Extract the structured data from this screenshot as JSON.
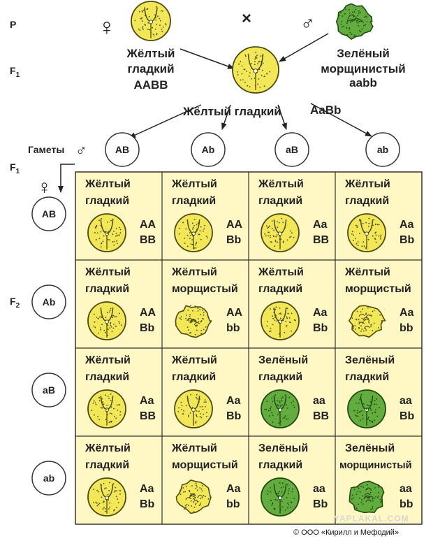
{
  "labels": {
    "p": "P",
    "f1_top": "F",
    "f1_top_sub": "1",
    "f1_grid": "F",
    "f1_grid_sub": "1",
    "f2": "F",
    "f2_sub": "2",
    "cross": "×",
    "female_symbol": "♀",
    "male_symbol": "♂",
    "gametes": "Гаметы",
    "f1_phenotype": "Жёлтый гладкий",
    "f1_genotype": "AaBb"
  },
  "parents": [
    {
      "line1": "Жёлтый",
      "line2": "гладкий",
      "genotype": "AABB",
      "color": "yellow",
      "shape": "smooth"
    },
    {
      "line1": "Зелёный",
      "line2": "морщинистый",
      "genotype": "aabb",
      "color": "green",
      "shape": "wrinkled"
    }
  ],
  "male_gametes": [
    "AB",
    "Ab",
    "aB",
    "ab"
  ],
  "female_gametes": [
    "AB",
    "Ab",
    "aB",
    "ab"
  ],
  "grid": [
    [
      {
        "line1": "Жёлтый",
        "line2": "гладкий",
        "g1": "AA",
        "g2": "BB",
        "color": "yellow",
        "shape": "smooth"
      },
      {
        "line1": "Жёлтый",
        "line2": "гладкий",
        "g1": "AA",
        "g2": "Bb",
        "color": "yellow",
        "shape": "smooth"
      },
      {
        "line1": "Жёлтый",
        "line2": "гладкий",
        "g1": "Aa",
        "g2": "BB",
        "color": "yellow",
        "shape": "smooth"
      },
      {
        "line1": "Жёлтый",
        "line2": "гладкий",
        "g1": "Aa",
        "g2": "Bb",
        "color": "yellow",
        "shape": "smooth"
      }
    ],
    [
      {
        "line1": "Жёлтый",
        "line2": "гладкий",
        "g1": "AA",
        "g2": "Bb",
        "color": "yellow",
        "shape": "smooth"
      },
      {
        "line1": "Жёлтый",
        "line2": "морщистый",
        "g1": "AA",
        "g2": "bb",
        "color": "yellow",
        "shape": "wrinkled"
      },
      {
        "line1": "Жёлтый",
        "line2": "гладкий",
        "g1": "Aa",
        "g2": "Bb",
        "color": "yellow",
        "shape": "smooth"
      },
      {
        "line1": "Жёлтый",
        "line2": "морщистый",
        "g1": "Aa",
        "g2": "bb",
        "color": "yellow",
        "shape": "wrinkled"
      }
    ],
    [
      {
        "line1": "Жёлтый",
        "line2": "гладкий",
        "g1": "Aa",
        "g2": "BB",
        "color": "yellow",
        "shape": "smooth"
      },
      {
        "line1": "Жёлтый",
        "line2": "гладкий",
        "g1": "Aa",
        "g2": "Bb",
        "color": "yellow",
        "shape": "smooth"
      },
      {
        "line1": "Зелёный",
        "line2": "гладкий",
        "g1": "aa",
        "g2": "BB",
        "color": "green",
        "shape": "smooth"
      },
      {
        "line1": "Зелёный",
        "line2": "гладкий",
        "g1": "aa",
        "g2": "Bb",
        "color": "green",
        "shape": "smooth"
      }
    ],
    [
      {
        "line1": "Жёлтый",
        "line2": "гладкий",
        "g1": "Aa",
        "g2": "Bb",
        "color": "yellow",
        "shape": "smooth"
      },
      {
        "line1": "Жёлтый",
        "line2": "морщистый",
        "g1": "Aa",
        "g2": "bb",
        "color": "yellow",
        "shape": "wrinkled"
      },
      {
        "line1": "Зелёный",
        "line2": "гладкий",
        "g1": "aa",
        "g2": "Bb",
        "color": "green",
        "shape": "smooth"
      },
      {
        "line1": "Зелёный",
        "line2": "морщинистый",
        "g1": "aa",
        "g2": "bb",
        "color": "green",
        "shape": "wrinkled"
      }
    ]
  ],
  "colors": {
    "yellow_fill": "#f2e857",
    "yellow_stroke": "#4d4a10",
    "green_fill": "#62ad3e",
    "green_stroke": "#1f4a12",
    "grid_bg": "#fff8c4",
    "grid_line": "#333333"
  },
  "watermark": "YAPLAKAL.COM",
  "copyright": "© ООО «Кирилл и Мефодий»"
}
